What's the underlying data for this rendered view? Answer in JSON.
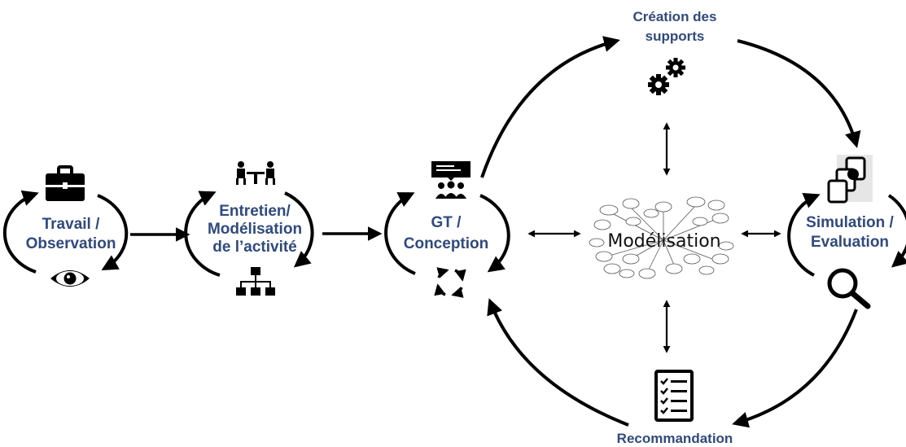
{
  "diagram": {
    "nodes": {
      "travail": {
        "line1": "Travail /",
        "line2": "Observation",
        "icons": [
          "briefcase-icon",
          "eye-icon"
        ]
      },
      "entretien": {
        "line1": "Entretien/",
        "line2": "Modélisation",
        "line3": "de l’activité",
        "icons": [
          "interview-icon",
          "org-chart-icon"
        ]
      },
      "gt": {
        "line1": "GT /",
        "line2": "Conception",
        "icons": [
          "presentation-group-icon",
          "cycle-icon"
        ]
      },
      "modelisation": {
        "label": "Modélisation",
        "icons": [
          "mind-map-icon"
        ]
      },
      "creation": {
        "line1": "Création des",
        "line2": "supports",
        "icons": [
          "gears-icon"
        ]
      },
      "simulation": {
        "line1": "Simulation /",
        "line2": "Evaluation",
        "icons": [
          "documents-icon",
          "magnifier-icon"
        ]
      },
      "recommandation": {
        "label": "Recommandation",
        "icons": [
          "checklist-icon"
        ]
      }
    },
    "colors": {
      "label": "#2f4a7e",
      "stroke": "#000000"
    }
  }
}
